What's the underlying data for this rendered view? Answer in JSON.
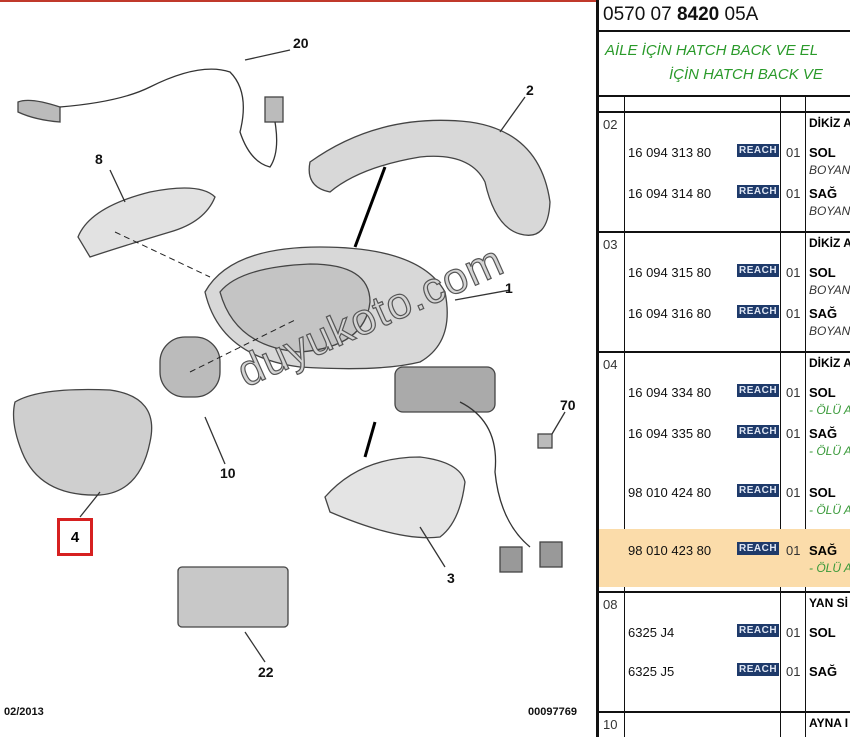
{
  "diagram": {
    "callouts": [
      "20",
      "2",
      "8",
      "1",
      "70",
      "10",
      "4",
      "22",
      "3"
    ],
    "date": "02/2013",
    "doc_no": "00097769",
    "watermark": "duyukoto.com",
    "selected": "4"
  },
  "panel": {
    "ref_prefix": "0570 07 ",
    "ref_bold": "8420",
    "ref_suffix": " 05A",
    "title_line1": "AİLE İÇİN HATCH BACK VE EL",
    "title_line2": "İÇİN HATCH BACK VE",
    "groups": [
      {
        "no": "02",
        "title": "DİKİZ A",
        "entries": [
          {
            "pn": "16 094 313 80",
            "badge": "REACH",
            "qty": "01",
            "side": "SOL",
            "note": "BOYAN"
          },
          {
            "pn": "16 094 314 80",
            "badge": "REACH",
            "qty": "01",
            "side": "SAĞ",
            "note": "BOYAN"
          }
        ]
      },
      {
        "no": "03",
        "title": "DİKİZ A",
        "entries": [
          {
            "pn": "16 094 315 80",
            "badge": "REACH",
            "qty": "01",
            "side": "SOL",
            "note": "BOYAN"
          },
          {
            "pn": "16 094 316 80",
            "badge": "REACH",
            "qty": "01",
            "side": "SAĞ",
            "note": "BOYAN"
          }
        ]
      },
      {
        "no": "04",
        "title": "DİKİZ A",
        "entries": [
          {
            "pn": "16 094 334 80",
            "badge": "REACH",
            "qty": "01",
            "side": "SOL",
            "note": "- ÖLÜ A"
          },
          {
            "pn": "16 094 335 80",
            "badge": "REACH",
            "qty": "01",
            "side": "SAĞ",
            "note": "- ÖLÜ A"
          },
          {
            "pn": "98 010 424 80",
            "badge": "REACH",
            "qty": "01",
            "side": "SOL",
            "note": "- ÖLÜ A"
          },
          {
            "pn": "98 010 423 80",
            "badge": "REACH",
            "qty": "01",
            "side": "SAĞ",
            "note": "- ÖLÜ A",
            "highlight": true
          }
        ]
      },
      {
        "no": "08",
        "title": "YAN Sİ",
        "entries": [
          {
            "pn": "6325 J4",
            "badge": "REACH",
            "qty": "01",
            "side": "SOL"
          },
          {
            "pn": "6325 J5",
            "badge": "REACH",
            "qty": "01",
            "side": "SAĞ"
          }
        ]
      },
      {
        "no": "10",
        "title": "AYNA I",
        "entries": []
      }
    ]
  }
}
